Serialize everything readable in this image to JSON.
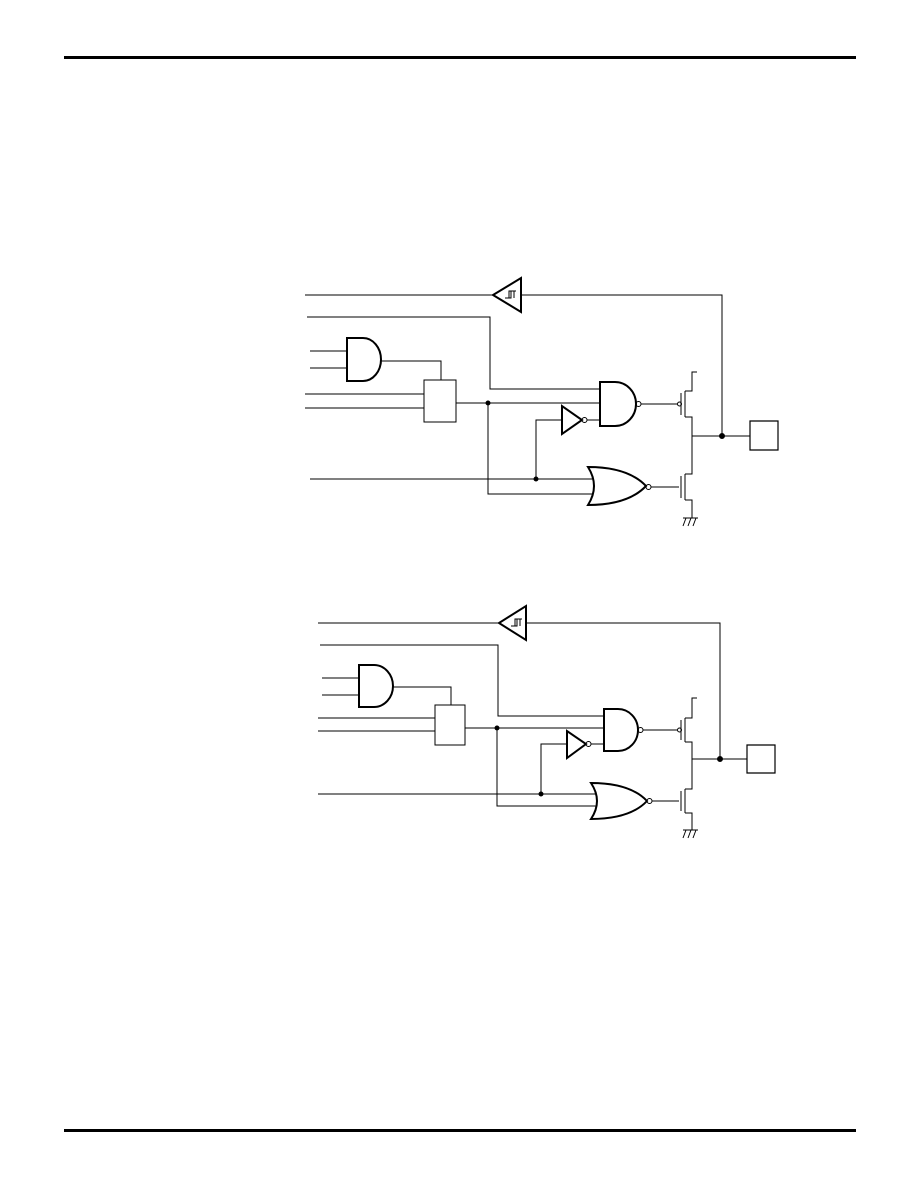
{
  "document": {
    "header_rule": "top-rule",
    "footer_rule": "bottom-rule"
  },
  "diagrams": [
    {
      "name": "output-buffer-circuit-1",
      "blocks": [
        "schmitt-input-buffer",
        "and-gate",
        "logic-block",
        "nand-gate",
        "inverter",
        "nor-gate",
        "pmos-transistor",
        "nmos-transistor",
        "pad"
      ],
      "inputs": 6
    },
    {
      "name": "output-buffer-circuit-2",
      "blocks": [
        "schmitt-input-buffer",
        "and-gate",
        "logic-block",
        "nand-gate",
        "inverter",
        "nor-gate",
        "pmos-transistor",
        "nmos-transistor",
        "pad"
      ],
      "inputs": 6
    }
  ],
  "colors": {
    "line": "#000000",
    "background": "#ffffff"
  }
}
